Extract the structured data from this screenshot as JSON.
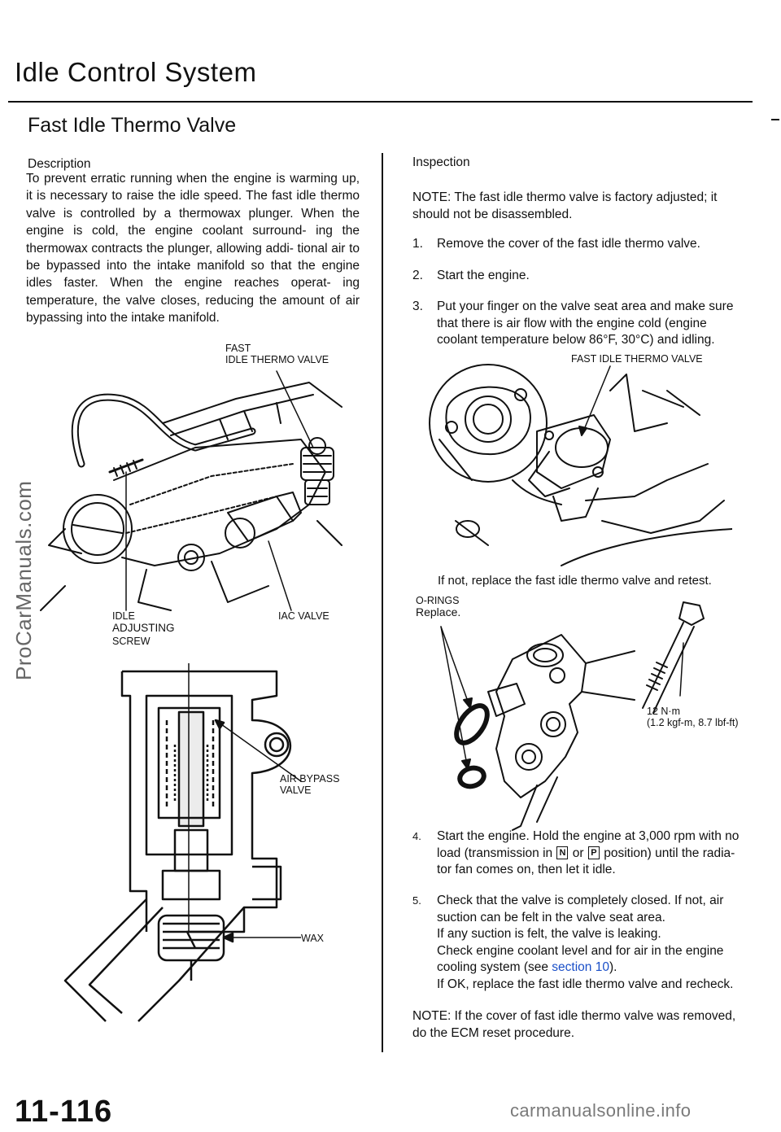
{
  "header": {
    "title": "Idle Control System",
    "subtitle": "Fast Idle Thermo Valve"
  },
  "description": {
    "heading": "Description",
    "body": "To prevent erratic running when the engine is warming up, it is necessary to raise the idle speed. The fast idle thermo valve is controlled by a thermowax plunger. When the engine is cold, the engine coolant surround- ing the thermowax contracts the plunger, allowing addi- tional air to be bypassed into the intake manifold so that the engine idles faster. When the engine reaches operat- ing temperature, the valve closes, reducing the amount of air bypassing into the intake manifold."
  },
  "diagram_engine": {
    "label_fast": "FAST",
    "label_fast2": "IDLE THERMO VALVE",
    "label_idle": "IDLE",
    "label_idle2": "ADJUSTING",
    "label_idle3": "SCREW",
    "label_iac": "IAC VALVE"
  },
  "diagram_section": {
    "label_air1": "AIR BYPASS",
    "label_air2": "VALVE",
    "label_wax": "WAX"
  },
  "inspection": {
    "heading": "Inspection",
    "note": "NOTE: The fast idle thermo valve is factory adjusted; it should not be disassembled.",
    "steps": [
      {
        "num": "1.",
        "text": "Remove the cover of the fast idle thermo valve."
      },
      {
        "num": "2.",
        "text": "Start the engine."
      },
      {
        "num": "3.",
        "text": "Put your finger on the valve seat area and make sure that there is air flow with the engine cold (engine coolant temperature below 86°F, 30°C) and idling."
      }
    ],
    "label_ftv": "FAST IDLE THERMO VALVE",
    "if_not": "If not, replace the fast idle thermo valve and retest.",
    "oring_label": "O-RINGS",
    "oring_replace": "Replace.",
    "torque1": "12 N·m",
    "torque2": "(1.2 kgf-m, 8.7 lbf-ft)",
    "step4_num": "4.",
    "step4_a": "Start the engine. Hold the engine at 3,000 rpm with no load (transmission in",
    "key_n": "N",
    "step4_or": "or",
    "key_p": "P",
    "step4_b": "position) until the radia- tor fan comes on, then let it idle.",
    "step5_num": "5.",
    "step5_a": "Check that the valve is completely closed. If not, air suction can be felt in the valve seat area.",
    "step5_b": "If any suction is felt, the valve is leaking.",
    "step5_c1": "Check engine coolant level and for air in the engine cooling system (see",
    "step5_link": "section 10",
    "step5_c2": ").",
    "step5_d": "If OK, replace the fast idle thermo valve and recheck.",
    "final_note": "NOTE: If the cover of fast idle thermo valve was removed, do the ECM reset procedure."
  },
  "footer": {
    "page_number": "11-116",
    "watermark": "ProCarManuals.com",
    "site": "carmanualsonline.info"
  }
}
